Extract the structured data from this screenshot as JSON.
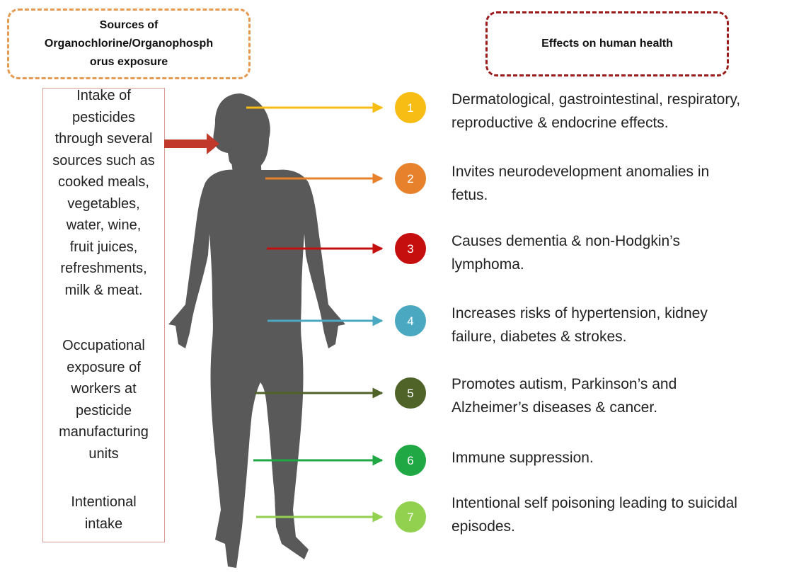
{
  "sources_heading": {
    "line1": "Sources of",
    "line2": "Organochlorine/Organophosph",
    "line3": "orus exposure",
    "border_color": "#e59a52"
  },
  "effects_heading": {
    "label": "Effects on human health",
    "border_color": "#9b1c1c"
  },
  "sources": {
    "intake": [
      "Intake of",
      "pesticides",
      "through several",
      "sources such as",
      "cooked meals,",
      "vegetables,",
      "water, wine,",
      "fruit juices,",
      "refreshments,",
      "milk & meat."
    ],
    "occupational": [
      "Occupational",
      "exposure  of",
      "workers at",
      "pesticide",
      "manufacturing",
      "units"
    ],
    "intentional": [
      "Intentional",
      "intake"
    ]
  },
  "body_silhouette": {
    "color": "#595959",
    "intake_arrow_color": "#c0392b"
  },
  "effects": [
    {
      "number": "1",
      "color": "#f7bd14",
      "lines": [
        "Dermatological, gastrointestinal, respiratory,",
        "reproductive & endocrine effects."
      ]
    },
    {
      "number": "2",
      "color": "#e8812b",
      "lines": [
        "Invites neurodevelopment anomalies in",
        "fetus."
      ]
    },
    {
      "number": "3",
      "color": "#c50f0f",
      "lines": [
        "Causes dementia & non-Hodgkin’s",
        "lymphoma."
      ]
    },
    {
      "number": "4",
      "color": "#4aa8c0",
      "lines": [
        "Increases risks of hypertension, kidney",
        "failure, diabetes & strokes."
      ]
    },
    {
      "number": "5",
      "color": "#4f6228",
      "lines": [
        "Promotes autism, Parkinson’s and",
        "Alzheimer’s diseases & cancer."
      ]
    },
    {
      "number": "6",
      "color": "#1fa844",
      "lines": [
        "Immune suppression."
      ]
    },
    {
      "number": "7",
      "color": "#92d050",
      "lines": [
        "Intentional self poisoning leading to suicidal",
        "episodes."
      ]
    }
  ]
}
